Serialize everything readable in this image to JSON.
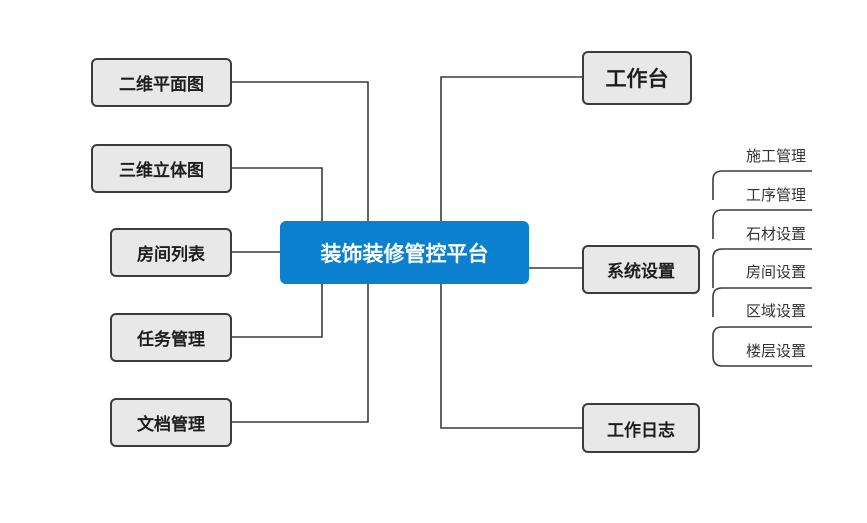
{
  "center": "装饰装修管控平台",
  "left_nodes": [
    "二维平面图",
    "三维立体图",
    "房间列表",
    "任务管理",
    "文档管理"
  ],
  "right_nodes": {
    "workbench": "工作台",
    "system_settings": "系统设置",
    "work_log": "工作日志"
  },
  "settings_items": [
    "施工管理",
    "工序管理",
    "石材设置",
    "房间设置",
    "区域设置",
    "楼层设置"
  ]
}
